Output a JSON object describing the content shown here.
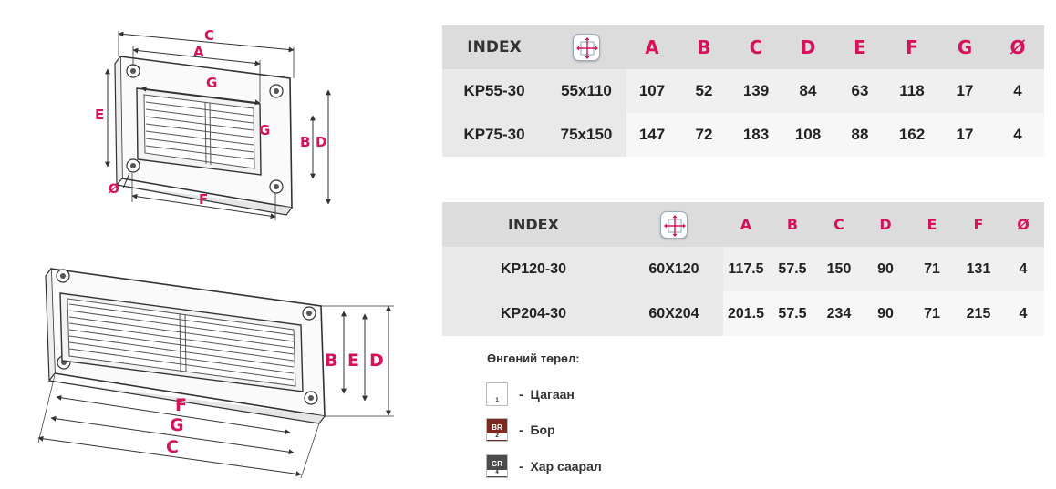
{
  "drawing_labels": {
    "top": {
      "C": "C",
      "A": "A",
      "G": "G",
      "G2": "G",
      "B": "B",
      "D": "D",
      "E": "E",
      "F": "F",
      "O": "Ø"
    },
    "bottom": {
      "B": "B",
      "E": "E",
      "D": "D",
      "F": "F",
      "G": "G",
      "C": "C"
    }
  },
  "table1": {
    "index_label": "INDEX",
    "icon": "mounting-cross-icon",
    "columns": [
      "A",
      "B",
      "C",
      "D",
      "E",
      "F",
      "G",
      "Ø"
    ],
    "rows": [
      {
        "id": "KP55-30",
        "size": "55x110",
        "values": [
          "107",
          "52",
          "139",
          "84",
          "63",
          "118",
          "17",
          "4"
        ]
      },
      {
        "id": "KP75-30",
        "size": "75x150",
        "values": [
          "147",
          "72",
          "183",
          "108",
          "88",
          "162",
          "17",
          "4"
        ]
      }
    ]
  },
  "table2": {
    "index_label": "INDEX",
    "icon": "mounting-cross-icon",
    "columns": [
      "A",
      "B",
      "C",
      "D",
      "E",
      "F",
      "Ø"
    ],
    "rows": [
      {
        "id": "KP120-30",
        "size": "60X120",
        "values": [
          "117.5",
          "57.5",
          "150",
          "90",
          "71",
          "131",
          "4"
        ]
      },
      {
        "id": "KP204-30",
        "size": "60X204",
        "values": [
          "201.5",
          "57.5",
          "234",
          "90",
          "71",
          "215",
          "4"
        ]
      }
    ]
  },
  "colors_legend": {
    "title": "Өнгөний төрөл:",
    "items": [
      {
        "code": "",
        "num": "1",
        "label": "Цагаан",
        "swatch": "#ffffff"
      },
      {
        "code": "BR",
        "num": "2",
        "label": "Бор",
        "swatch": "#7a2a1e"
      },
      {
        "code": "GR",
        "num": "4",
        "label": "Хар саарал",
        "swatch": "#4b4b4b"
      }
    ],
    "dash": "-"
  },
  "accent_color": "#d6125c"
}
